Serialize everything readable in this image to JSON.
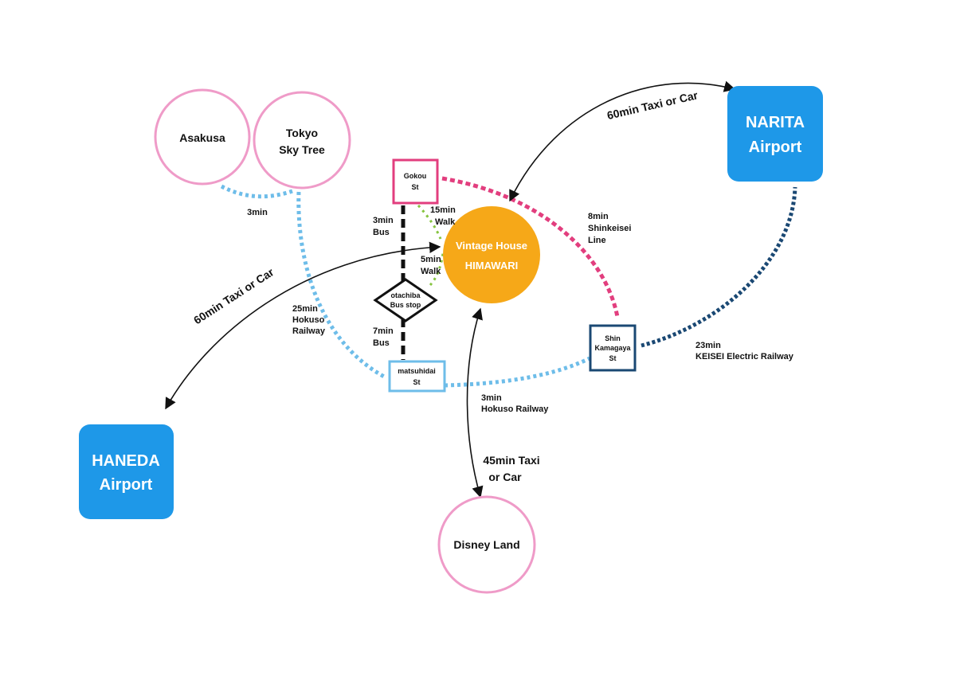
{
  "places": {
    "asakusa": "Asakusa",
    "skytree_l1": "Tokyo",
    "skytree_l2": "Sky Tree",
    "disney": "Disney Land",
    "himawari_l1": "Vintage House",
    "himawari_l2": "HIMAWARI",
    "narita_l1": "NARITA",
    "narita_l2": "Airport",
    "haneda_l1": "HANEDA",
    "haneda_l2": "Airport"
  },
  "stations": {
    "gokou_l1": "Gokou",
    "gokou_l2": "St",
    "otachiba_l1": "otachiba",
    "otachiba_l2": "Bus stop",
    "matsuhidai_l1": "matsuhidai",
    "matsuhidai_l2": "St",
    "shin_l1": "Shin",
    "shin_l2": "Kamagaya",
    "shin_l3": "St"
  },
  "routes": {
    "asakusa_skytree": "3min",
    "gokou_bus_l1": "3min",
    "gokou_bus_l2": "Bus",
    "gokou_walk_l1": "15min",
    "gokou_walk_l2": "Walk",
    "otachiba_walk_l1": "5min",
    "otachiba_walk_l2": "Walk",
    "matsuhidai_bus_l1": "7min",
    "matsuhidai_bus_l2": "Bus",
    "hokuso25_l1": "25min",
    "hokuso25_l2": "Hokuso",
    "hokuso25_l3": "Railway",
    "hokuso3_l1": "3min",
    "hokuso3_l2": "Hokuso Railway",
    "shinkeisei_l1": "8min",
    "shinkeisei_l2": "Shinkeisei",
    "shinkeisei_l3": "Line",
    "keisei_l1": "23min",
    "keisei_l2": "KEISEI Electric Railway",
    "narita_taxi": "60min Taxi or Car",
    "haneda_taxi": "60min Taxi or Car",
    "disney_taxi_l1": "45min Taxi",
    "disney_taxi_l2": "or Car"
  },
  "colors": {
    "pink_circle": "#ef9bc8",
    "light_blue_line": "#6ebde9",
    "pink_line": "#e23e7e",
    "navy_line": "#1a4873",
    "green_walk": "#86c440",
    "orange": "#f6a818",
    "airport_blue": "#1e98e8"
  }
}
